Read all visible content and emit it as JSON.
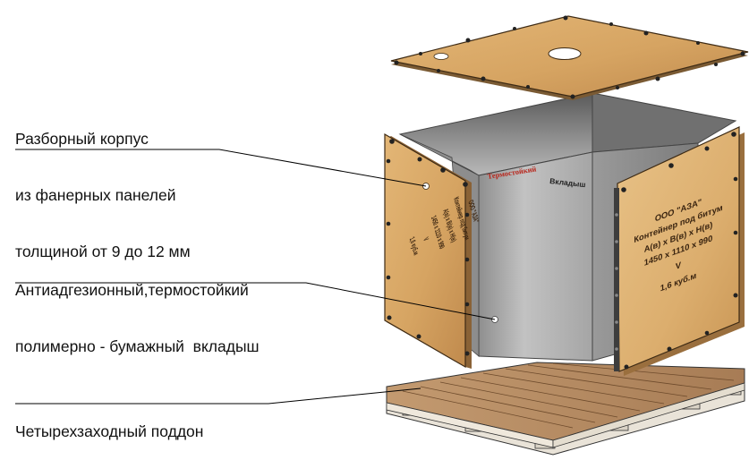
{
  "callouts": {
    "body": [
      "Разборный корпус",
      "из фанерных панелей",
      "толщиной от 9 до 12 мм"
    ],
    "liner": [
      "Антиадгезионный,термостойкий",
      "полимерно - бумажный  вкладыш"
    ],
    "pallet": [
      "Четырехзаходный поддон"
    ]
  },
  "liner_print": {
    "left": "Термостойкий",
    "right": "Вкладыш"
  },
  "left_panel_print": [
    "ООО \"АЗА\"",
    "Контейнер под битум",
    "А(в) x В(в) x Н(в)",
    "1450 x 1110 x 990",
    "V",
    "1,6 куб.м"
  ],
  "right_panel_print": [
    "ООО \"АЗА\"",
    "Контейнер под битум",
    "А(в) x В(в) x Н(в)",
    "1450 x 1110 x 990",
    "V",
    "1,6 куб.м"
  ],
  "colors": {
    "plywood": "#d9aa6a",
    "plywood_dark": "#b98447",
    "liner_light": "#c9c9c9",
    "liner_dark": "#6a6a6a",
    "pallet": "#b58a62",
    "print_red": "#b8261c"
  }
}
